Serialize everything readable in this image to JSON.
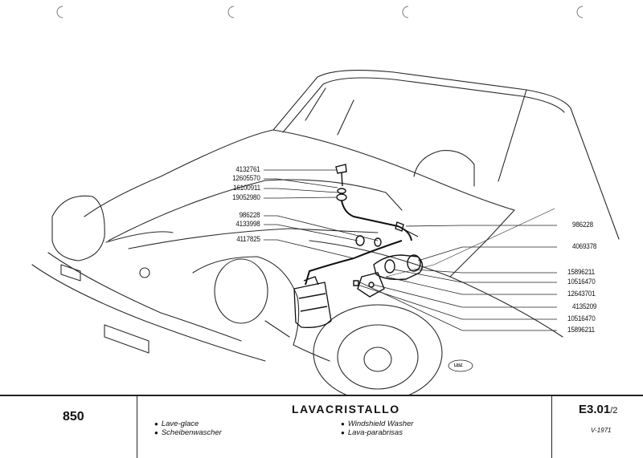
{
  "parts_left": [
    "4132761",
    "12605570",
    "16100911",
    "19052980",
    "986228",
    "4133998",
    "4117825"
  ],
  "parts_right": [
    "986228",
    "4069378",
    "15896211",
    "10516470",
    "12643701",
    "4135209",
    "10516470",
    "15896211"
  ],
  "stamp": "LEIZ",
  "footer": {
    "model": "850",
    "title": "LAVACRISTALLO",
    "lang_fr": "Lave-glace",
    "lang_de": "Scheibenwascher",
    "lang_en": "Windshield Washer",
    "lang_es": "Lava-parabrisas",
    "bullet": "●",
    "code": "E3.01",
    "code_sub": "/2",
    "date": "V-1971"
  }
}
